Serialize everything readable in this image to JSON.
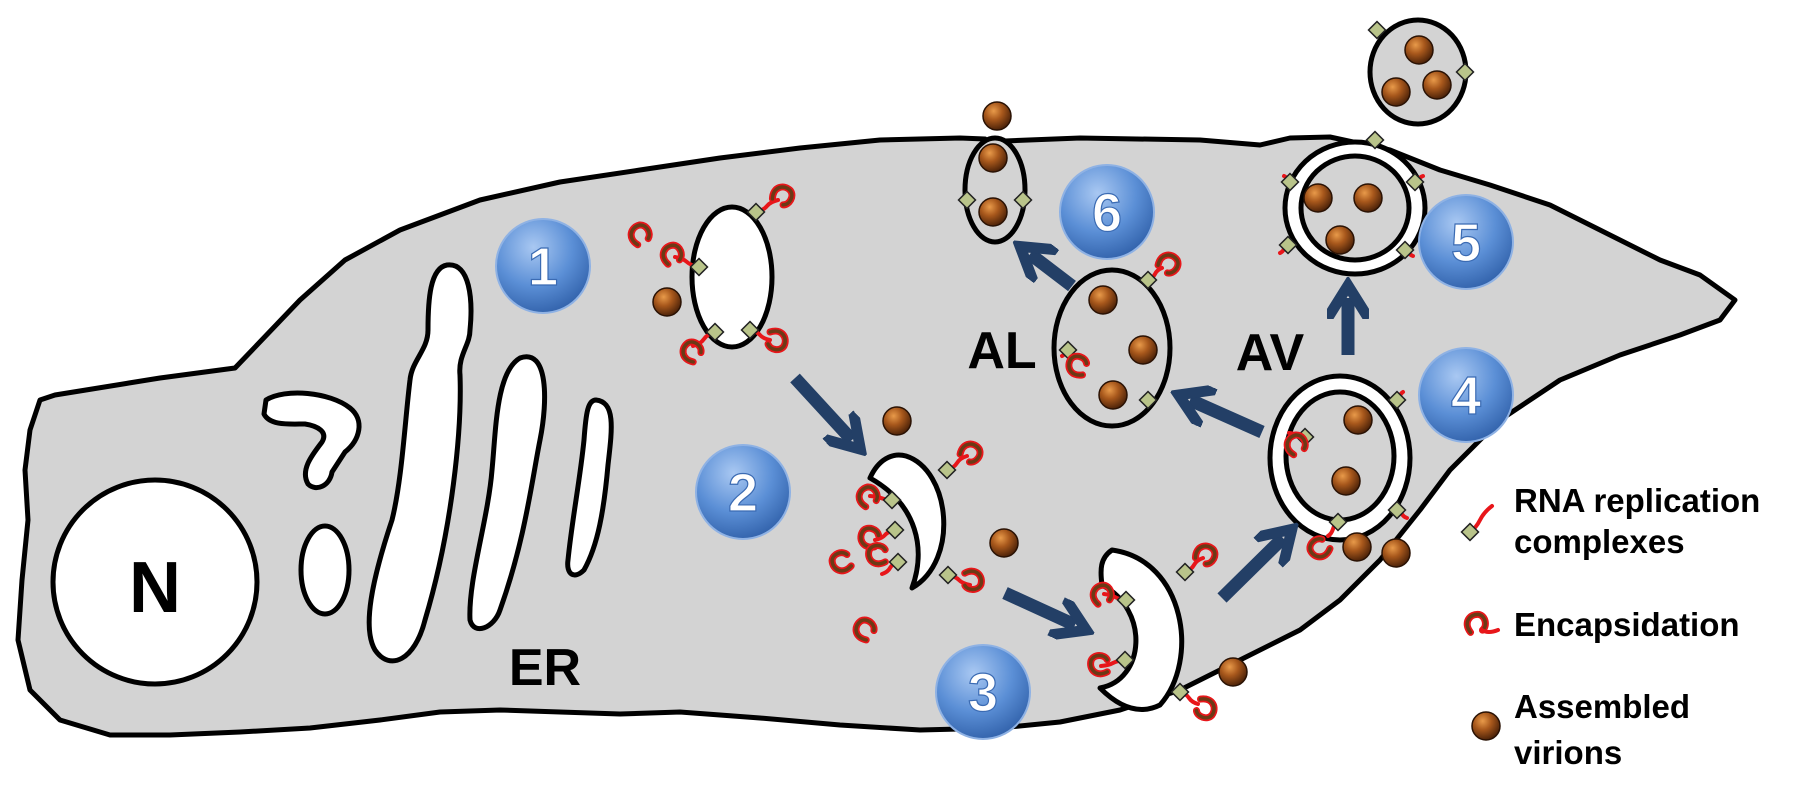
{
  "labels": {
    "nucleus": "N",
    "er": "ER",
    "autolysosome": "AL",
    "autophagic_vacuole": "AV"
  },
  "steps": [
    "1",
    "2",
    "3",
    "4",
    "5",
    "6"
  ],
  "legend": {
    "rna_replication": "RNA replication complexes",
    "rna_replication_line1": "RNA replication",
    "rna_replication_line2": "complexes",
    "encapsidation": "Encapsidation",
    "assembled_virions": "Assembled virions",
    "assembled_virions_line1": "Assembled",
    "assembled_virions_line2": "virions"
  },
  "colors": {
    "cytoplasm": "#d3d3d3",
    "outline": "#000000",
    "membrane": "#ffffff",
    "arrow": "#233f66",
    "badge": "#5b8fd6",
    "virion": "#8a4513",
    "rna": "#e8161a",
    "complex": "#b9c48a"
  }
}
